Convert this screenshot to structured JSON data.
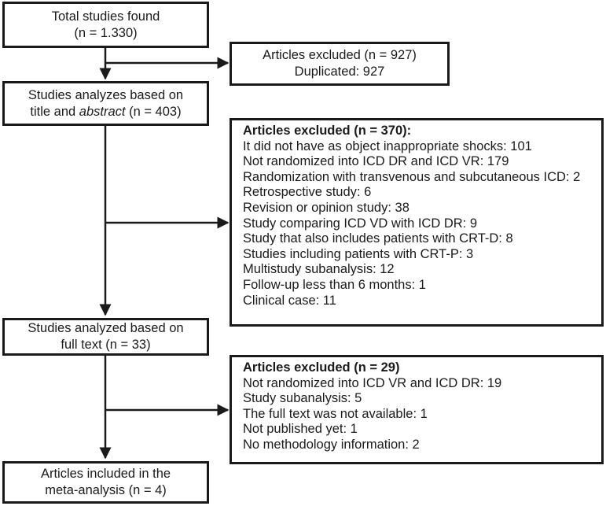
{
  "total": {
    "line1": "Total studies found",
    "line2": "(n = 1.330)"
  },
  "excluded_duplicates": {
    "line1": "Articles excluded (n = 927)",
    "line2": "Duplicated: 927"
  },
  "title_abstract": {
    "line1": "Studies analyzes based on",
    "line2_pre": "title and ",
    "line2_em": "abstract",
    "line2_post": " (n = 403)"
  },
  "excluded_370": {
    "header": "Articles excluded (n = 370):",
    "items": [
      "It did not have as object inappropriate shocks: 101",
      "Not randomized into ICD DR and ICD VR: 179",
      "Randomization with transvenous and subcutaneous ICD: 2",
      "Retrospective study: 6",
      "Revision or opinion study: 38",
      "Study comparing ICD VD with ICD DR: 9",
      "Study that also includes patients with CRT-D: 8",
      "Studies including patients with CRT-P: 3",
      "Multistudy subanalysis: 12",
      "Follow-up less than 6 months: 1",
      "Clinical case: 11"
    ]
  },
  "full_text": {
    "line1": "Studies analyzed based on",
    "line2": "full text (n = 33)"
  },
  "excluded_29": {
    "header": "Articles excluded (n = 29)",
    "items": [
      "Not randomized into ICD VR and ICD DR: 19",
      "Study subanalysis: 5",
      "The full text was not available: 1",
      "Not published yet: 1",
      "No methodology information: 2"
    ]
  },
  "included": {
    "line1": "Articles included in the",
    "line2": "meta-analysis (n = 4)"
  }
}
